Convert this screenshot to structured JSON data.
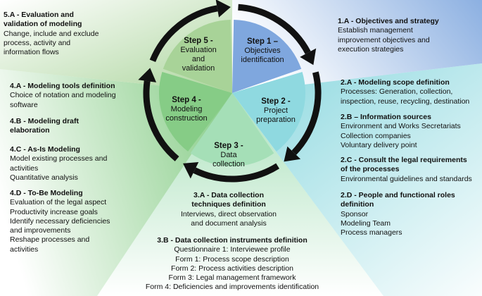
{
  "steps": [
    {
      "name": "Step 1 –",
      "desc": [
        "Objectives",
        "identification"
      ],
      "color": "#7fa7de"
    },
    {
      "name": "Step 2 -",
      "desc": [
        "Project",
        "preparation"
      ],
      "color": "#8fd9e0"
    },
    {
      "name": "Step 3 -",
      "desc": [
        "Data",
        "collection"
      ],
      "color": "#a5dfb7"
    },
    {
      "name": "Step 4 -",
      "desc": [
        "Modeling",
        "construction"
      ],
      "color": "#86cc86"
    },
    {
      "name": "Step 5 -",
      "desc": [
        "Evaluation",
        "and",
        "validation"
      ],
      "color": "#a8d398"
    }
  ],
  "panels": {
    "p5": {
      "heading": [
        "5.A - Evaluation and",
        "validation of modeling"
      ],
      "lines": [
        "Change, include and exclude",
        "process, activity and",
        "information flows"
      ]
    },
    "p1": {
      "heading": [
        "1.A - Objectives and strategy"
      ],
      "lines": [
        "Establish management",
        "improvement objectives and",
        "execution strategies"
      ]
    },
    "p4": [
      {
        "heading": [
          "4.A - Modeling tools definition"
        ],
        "lines": [
          "Choice of notation and modeling",
          "software"
        ]
      },
      {
        "heading": [
          "4.B - Modeling draft",
          "elaboration"
        ],
        "lines": []
      },
      {
        "heading": [
          "4.C - As-Is Modeling"
        ],
        "lines": [
          "Model existing processes and",
          "activities",
          "Quantitative analysis"
        ]
      },
      {
        "heading": [
          "4.D - To-Be Modeling"
        ],
        "lines": [
          "Evaluation of the legal aspect",
          "Productivity increase goals",
          "Identify necessary deficiencies",
          "and improvements",
          "Reshape processes and",
          "activities"
        ]
      }
    ],
    "p2": [
      {
        "heading": [
          "2.A - Modeling scope definition"
        ],
        "lines": [
          "Processes: Generation, collection,",
          "inspection, reuse, recycling, destination"
        ]
      },
      {
        "heading": [
          "2.B – Information sources"
        ],
        "lines": [
          "Environment and Works Secretariats",
          "Collection companies",
          "Voluntary delivery point"
        ]
      },
      {
        "heading": [
          "2.C - Consult the legal requirements",
          "of the processes"
        ],
        "lines": [
          "Environmental guidelines and standards"
        ]
      },
      {
        "heading": [
          "2.D - People and functional roles",
          "definition"
        ],
        "lines": [
          "Sponsor",
          "Modeling Team",
          "Process managers"
        ]
      }
    ],
    "p3a": {
      "heading": [
        "3.A - Data collection",
        "techniques definition"
      ],
      "lines": [
        "Interviews, direct observation",
        "and document analysis"
      ]
    },
    "p3b": {
      "heading": [
        "3.B -  Data collection instruments definition"
      ],
      "lines": [
        "Questionnaire 1: Interviewee profile",
        "Form 1: Process scope description",
        "Form 2: Process activities description",
        "Form 3: Legal management framework",
        "Form 4: Deficiencies and improvements identification"
      ]
    }
  },
  "colors": {
    "ring": "#111111",
    "step1": "#7fa7de",
    "step2": "#8fd9e0",
    "step3": "#a5dfb7",
    "step4": "#86cc86",
    "step5": "#a8d398"
  }
}
